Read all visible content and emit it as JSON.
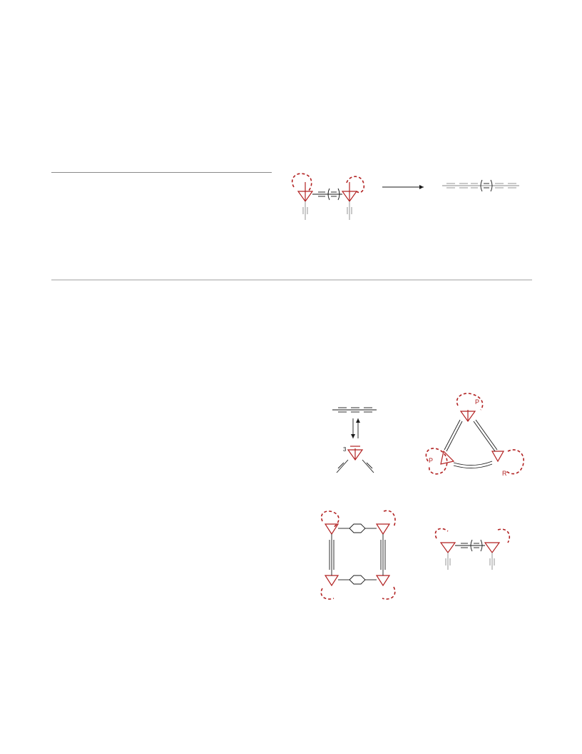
{
  "scheme_top": {
    "arrow": "right"
  },
  "equilibrium": {
    "superscript": "3"
  },
  "macrocycle": {
    "atom_labels": [
      "P",
      "P",
      "R"
    ]
  },
  "colors": {
    "accent": "#b22222",
    "bond": "#1a1a1a",
    "rule": "#cfcfcf"
  }
}
